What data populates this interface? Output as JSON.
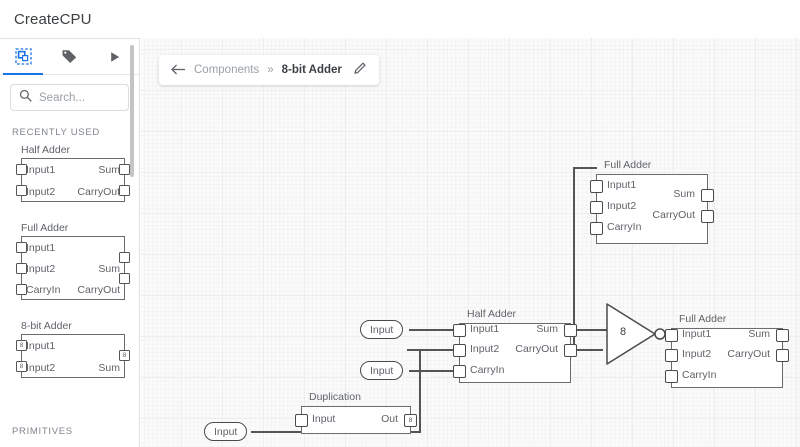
{
  "app": {
    "title": "CreateCPU"
  },
  "sidebar": {
    "tabs": [
      {
        "name": "components-tab",
        "icon": "components-icon",
        "selected": true
      },
      {
        "name": "tags-tab",
        "icon": "tag-icon",
        "selected": false
      },
      {
        "name": "run-tab",
        "icon": "play-icon",
        "selected": false
      }
    ],
    "search": {
      "placeholder": "Search...",
      "value": "",
      "icon": "search-icon"
    },
    "sections": [
      {
        "label": "RECENTLY USED"
      },
      {
        "label": "PRIMITIVES"
      }
    ],
    "library": [
      {
        "title": "Half Adder",
        "inputs": [
          {
            "label": "Input1",
            "bits": ""
          },
          {
            "label": "Input2",
            "bits": ""
          }
        ],
        "outputs": [
          {
            "label": "Sum",
            "bits": ""
          },
          {
            "label": "CarryOut",
            "bits": ""
          }
        ]
      },
      {
        "title": "Full Adder",
        "inputs": [
          {
            "label": "Input1",
            "bits": ""
          },
          {
            "label": "Input2",
            "bits": ""
          },
          {
            "label": "CarryIn",
            "bits": ""
          }
        ],
        "outputs": [
          {
            "label": "Sum",
            "bits": ""
          },
          {
            "label": "CarryOut",
            "bits": ""
          }
        ]
      },
      {
        "title": "8-bit Adder",
        "inputs": [
          {
            "label": "Input1",
            "bits": "8"
          },
          {
            "label": "Input2",
            "bits": "8"
          }
        ],
        "outputs": [
          {
            "label": "Sum",
            "bits": "8"
          }
        ]
      }
    ]
  },
  "breadcrumb": {
    "back_icon": "arrow-left-icon",
    "parent": "Components",
    "separator": "»",
    "current": "8-bit Adder",
    "edit_icon": "pencil-icon"
  },
  "canvas": {
    "nodes": [
      {
        "id": "full-adder-top",
        "title": "Full Adder",
        "inputs": [
          "Input1",
          "Input2",
          "CarryIn"
        ],
        "outputs": [
          "Sum",
          "CarryOut"
        ]
      },
      {
        "id": "half-adder-mid",
        "title": "Half Adder",
        "inputs": [
          "Input1",
          "Input2",
          "CarryIn"
        ],
        "outputs": [
          "Sum",
          "CarryOut"
        ]
      },
      {
        "id": "full-adder-right",
        "title": "Full Adder",
        "inputs": [
          "Input1",
          "Input2",
          "CarryIn"
        ],
        "outputs": [
          "Sum",
          "CarryOut"
        ]
      },
      {
        "id": "duplication",
        "title": "Duplication",
        "inputs": [
          "Input"
        ],
        "outputs": [
          "Out"
        ],
        "out_bits": "8"
      }
    ],
    "input_pins": [
      {
        "id": "input-pin-1",
        "label": "Input"
      },
      {
        "id": "input-pin-2",
        "label": "Input"
      },
      {
        "id": "input-pin-3",
        "label": "Input"
      }
    ],
    "buffer": {
      "id": "bus-buffer",
      "value": "8"
    }
  },
  "colors": {
    "accent": "#1a73e8",
    "text": "#3c4043",
    "muted": "#5f6368",
    "wire": "#555555",
    "canvas_bg": "#fbfbfb",
    "grid_major": "#eeeeee",
    "grid_minor": "#f4f4f4"
  }
}
